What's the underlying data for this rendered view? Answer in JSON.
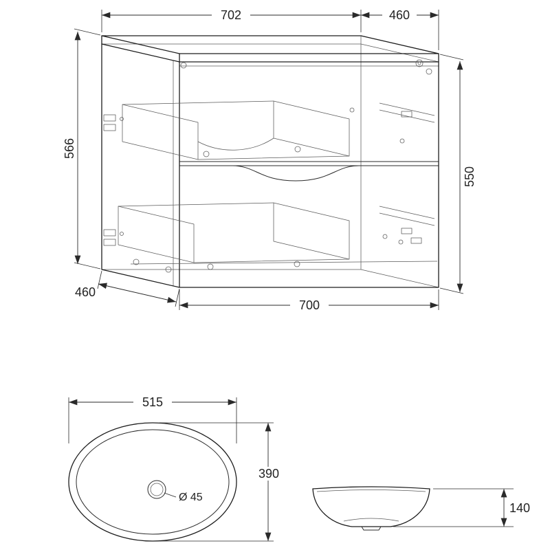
{
  "colors": {
    "ink": "#1c1c1c",
    "thin_line": "#5a5a5a",
    "background": "#ffffff"
  },
  "cabinet_view": {
    "dims": {
      "top_width": "702",
      "top_depth": "460",
      "left_height": "566",
      "right_height": "550",
      "bottom_depth": "460",
      "bottom_width": "700"
    }
  },
  "basin_top_view": {
    "dims": {
      "width": "515",
      "depth": "390",
      "drain_diameter": "Ø 45"
    }
  },
  "basin_side_view": {
    "dims": {
      "height": "140"
    }
  }
}
